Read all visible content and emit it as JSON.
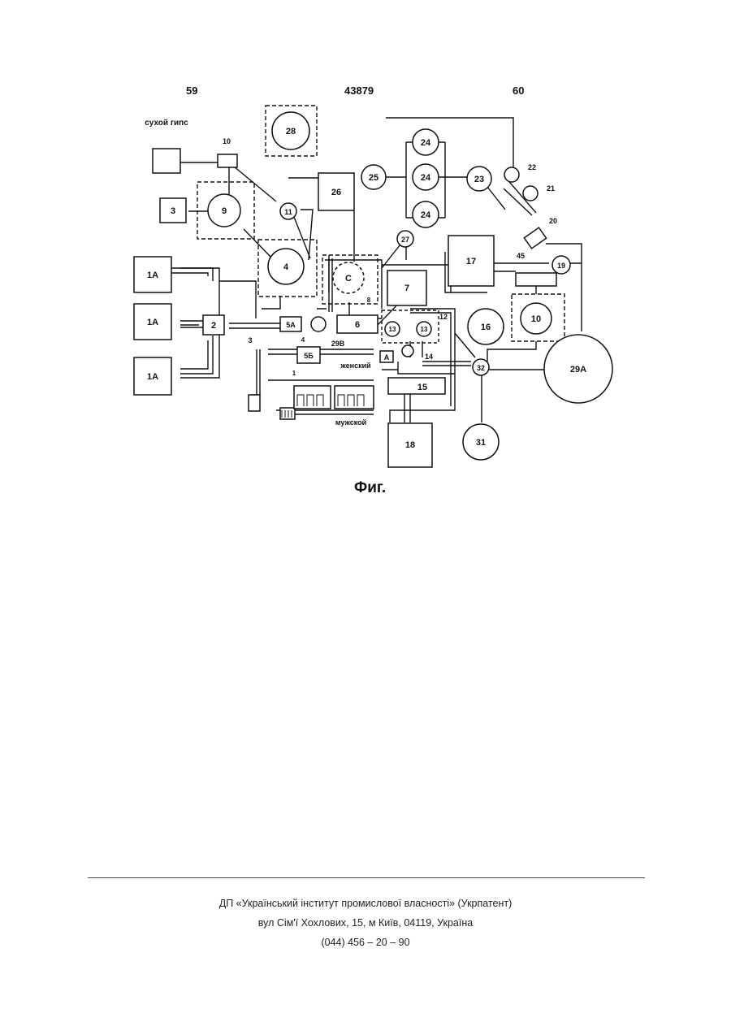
{
  "header": {
    "left_page": "59",
    "doc_number": "43879",
    "right_page": "60"
  },
  "labels": {
    "dry_gypsum": "сухой гипс",
    "female": "женский",
    "male": "мужской"
  },
  "boxes": [
    "1А",
    "1А",
    "1А",
    "2",
    "3",
    "26",
    "5А",
    "5Б",
    "6",
    "7",
    "15",
    "17",
    "18",
    "А"
  ],
  "circles": [
    "28",
    "25",
    "24",
    "24",
    "24",
    "23",
    "22",
    "21",
    "27",
    "9",
    "11",
    "4",
    "С",
    "19",
    "16",
    "10",
    "29А",
    "32",
    "31",
    "13",
    "13",
    "29В"
  ],
  "callouts": [
    "10",
    "3",
    "20",
    "45",
    "12",
    "14",
    "8",
    "4",
    "1"
  ],
  "figure_caption": "Фиг.",
  "footer": {
    "line1": "ДП «Український інститут промислової власності» (Укрпатент)",
    "line2": "вул  Сім'ї Хохлових, 15, м  Київ, 04119, Україна",
    "line3": "(044) 456 – 20 –  90"
  }
}
